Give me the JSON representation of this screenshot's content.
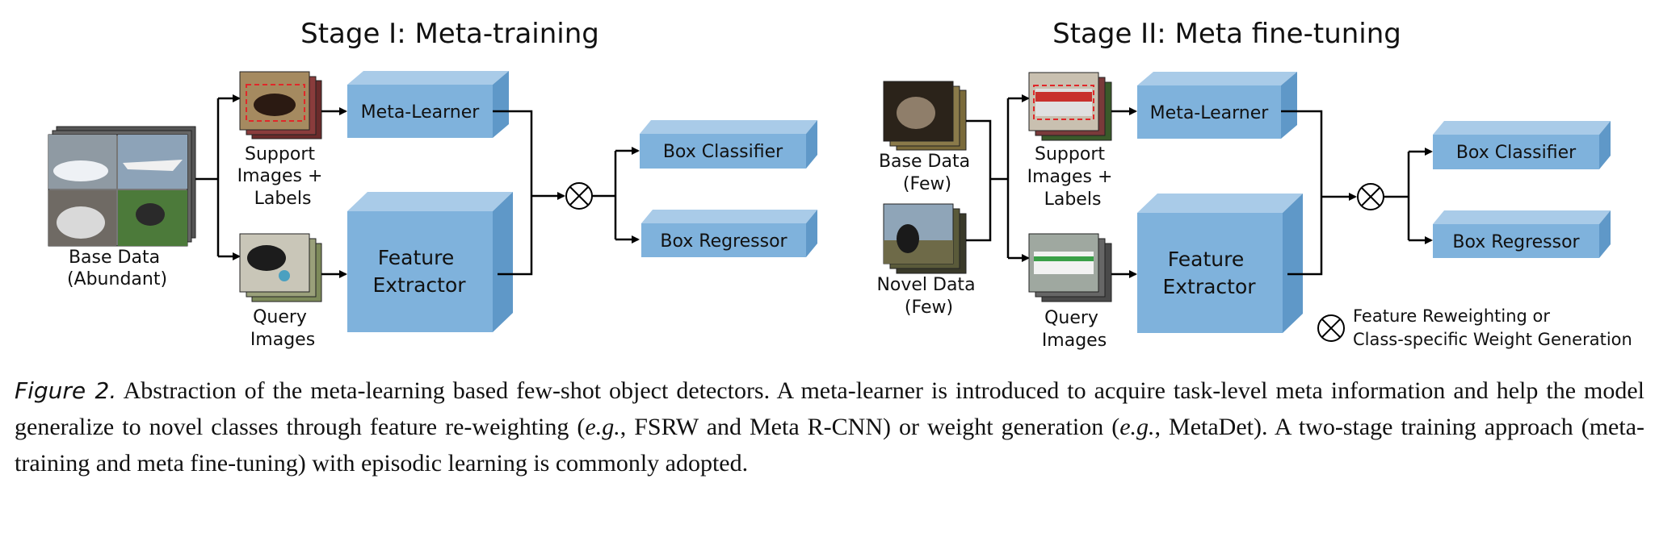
{
  "stage1": {
    "title": "Stage I: Meta-training",
    "base_data": [
      "Base Data",
      "(Abundant)"
    ],
    "support": [
      "Support",
      "Images +",
      "Labels"
    ],
    "query": [
      "Query",
      "Images"
    ],
    "meta_learner": "Meta-Learner",
    "feature_extractor": [
      "Feature",
      "Extractor"
    ],
    "box_classifier": "Box Classifier",
    "box_regressor": "Box Regressor"
  },
  "stage2": {
    "title": "Stage II: Meta fine-tuning",
    "base_data": [
      "Base Data",
      "(Few)"
    ],
    "novel_data": [
      "Novel Data",
      "(Few)"
    ],
    "support": [
      "Support",
      "Images +",
      "Labels"
    ],
    "query": [
      "Query",
      "Images"
    ],
    "meta_learner": "Meta-Learner",
    "feature_extractor": [
      "Feature",
      "Extractor"
    ],
    "box_classifier": "Box Classifier",
    "box_regressor": "Box Regressor"
  },
  "legend": [
    "Feature Reweighting or",
    "Class-specific Weight Generation"
  ],
  "caption": {
    "label": "Figure 2.",
    "text_1": " Abstraction of the meta-learning based few-shot object detectors.  A meta-learner is introduced to acquire task-level meta information and help the model generalize to novel classes through feature re-weighting (",
    "eg_1": "e.g.",
    "text_2": ", FSRW and Meta R-CNN) or weight generation (",
    "eg_2": "e.g.",
    "text_3": ", MetaDet).  A two-stage training approach (meta-training and meta fine-tuning) with episodic learning is commonly adopted."
  },
  "colors": {
    "box_front": "#7fb2dc",
    "box_top": "#a9cbe8",
    "box_side": "#5f98c8",
    "line": "#000000"
  }
}
